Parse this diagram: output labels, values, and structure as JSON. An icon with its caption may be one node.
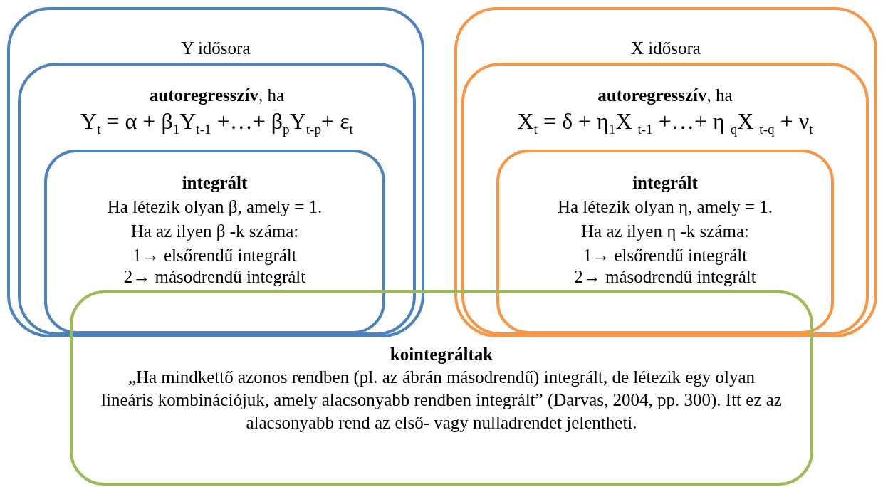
{
  "diagram": {
    "nodes": [
      {
        "text": [
          "Y idősora"
        ]
      },
      {
        "text": [
          "**autoregresszív**, ha",
          "Y$_{t}$ = α + β$_{1}$Y$_{t-1}$ +…+ β$_{p}$Y$_{t-p}$+ ε$_{t}$"
        ],
        "in": 0
      },
      {
        "text": [
          "integrált",
          "Ha létezik olyan β, amely = 1.",
          "Ha az ilyen β -k száma:",
          "1→ elsőrendű integrált",
          "2→ másodrendű integrált"
        ],
        "in": 1
      },
      {
        "text": [
          "X idősora"
        ]
      },
      {
        "text": [
          "**autoregresszív**, ha",
          "X$_{t}$ = δ + η$_{1}$X $_{t-1}$ +…+ η $_{q}$X $_{t-q}$ + ν$_{t}$"
        ],
        "in": 3
      },
      {
        "text": [
          "integrált",
          "Ha létezik olyan η, amely = 1.",
          "Ha az ilyen η -k száma:",
          "1→ elsőrendű integrált",
          "2→ másodrendű integrált"
        ],
        "in": 4
      },
      {
        "text": [
          "kointegráltak",
          "„Ha mindkettő azonos rendben (pl. az ábrán másodrendű) integrált, de létezik egy olyan lineáris kombinációjuk, amely alacsonyabb rendben integrált” (Darvas, 2004, pp. 300). Itt ez az alacsonyabb rend az első- vagy nulladrendet jelentheti."
        ]
      }
    ]
  }
}
